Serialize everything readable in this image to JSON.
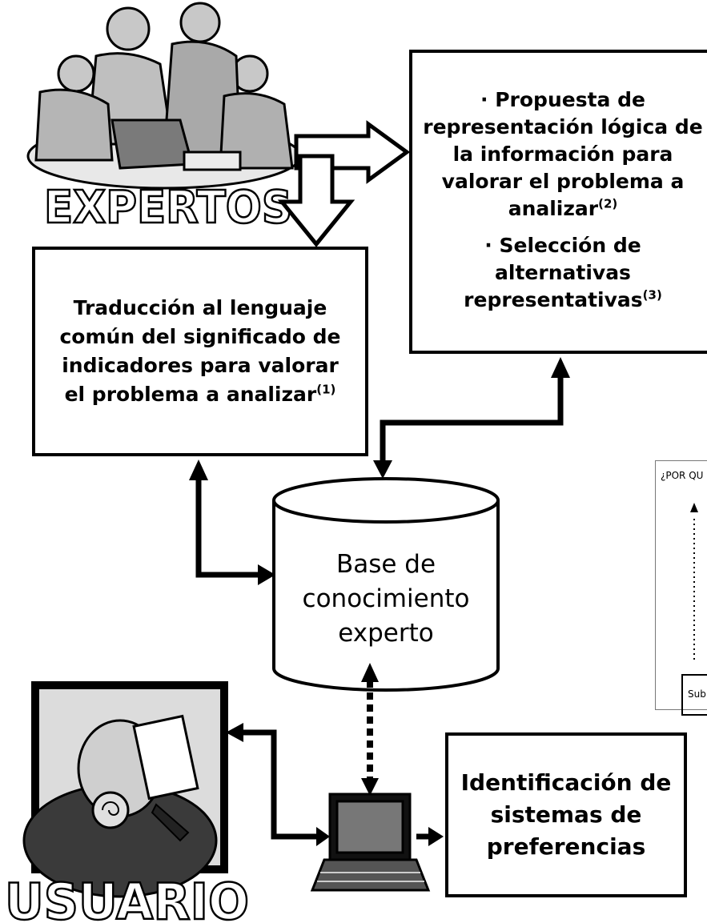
{
  "diagram": {
    "experts_label": "EXPERTOS",
    "user_label": "USUARIO",
    "proposals": {
      "item1_text": "· Propuesta de representación lógica de la información para valorar el problema a analizar",
      "item1_ref": "(2)",
      "item2_text": "· Selección de alternativas representativas",
      "item2_ref": "(3)"
    },
    "translation": {
      "text": "Traducción al lenguaje común del significado de indicadores para valorar el problema a analizar",
      "ref": "(1)"
    },
    "knowledge_base": {
      "line1": "Base de",
      "line2": "conocimiento",
      "line3": "experto"
    },
    "identification": {
      "text": "Identificación de sistemas de preferencias"
    },
    "side_panel": {
      "question": "¿POR QU",
      "sub_label": "Sub"
    }
  }
}
